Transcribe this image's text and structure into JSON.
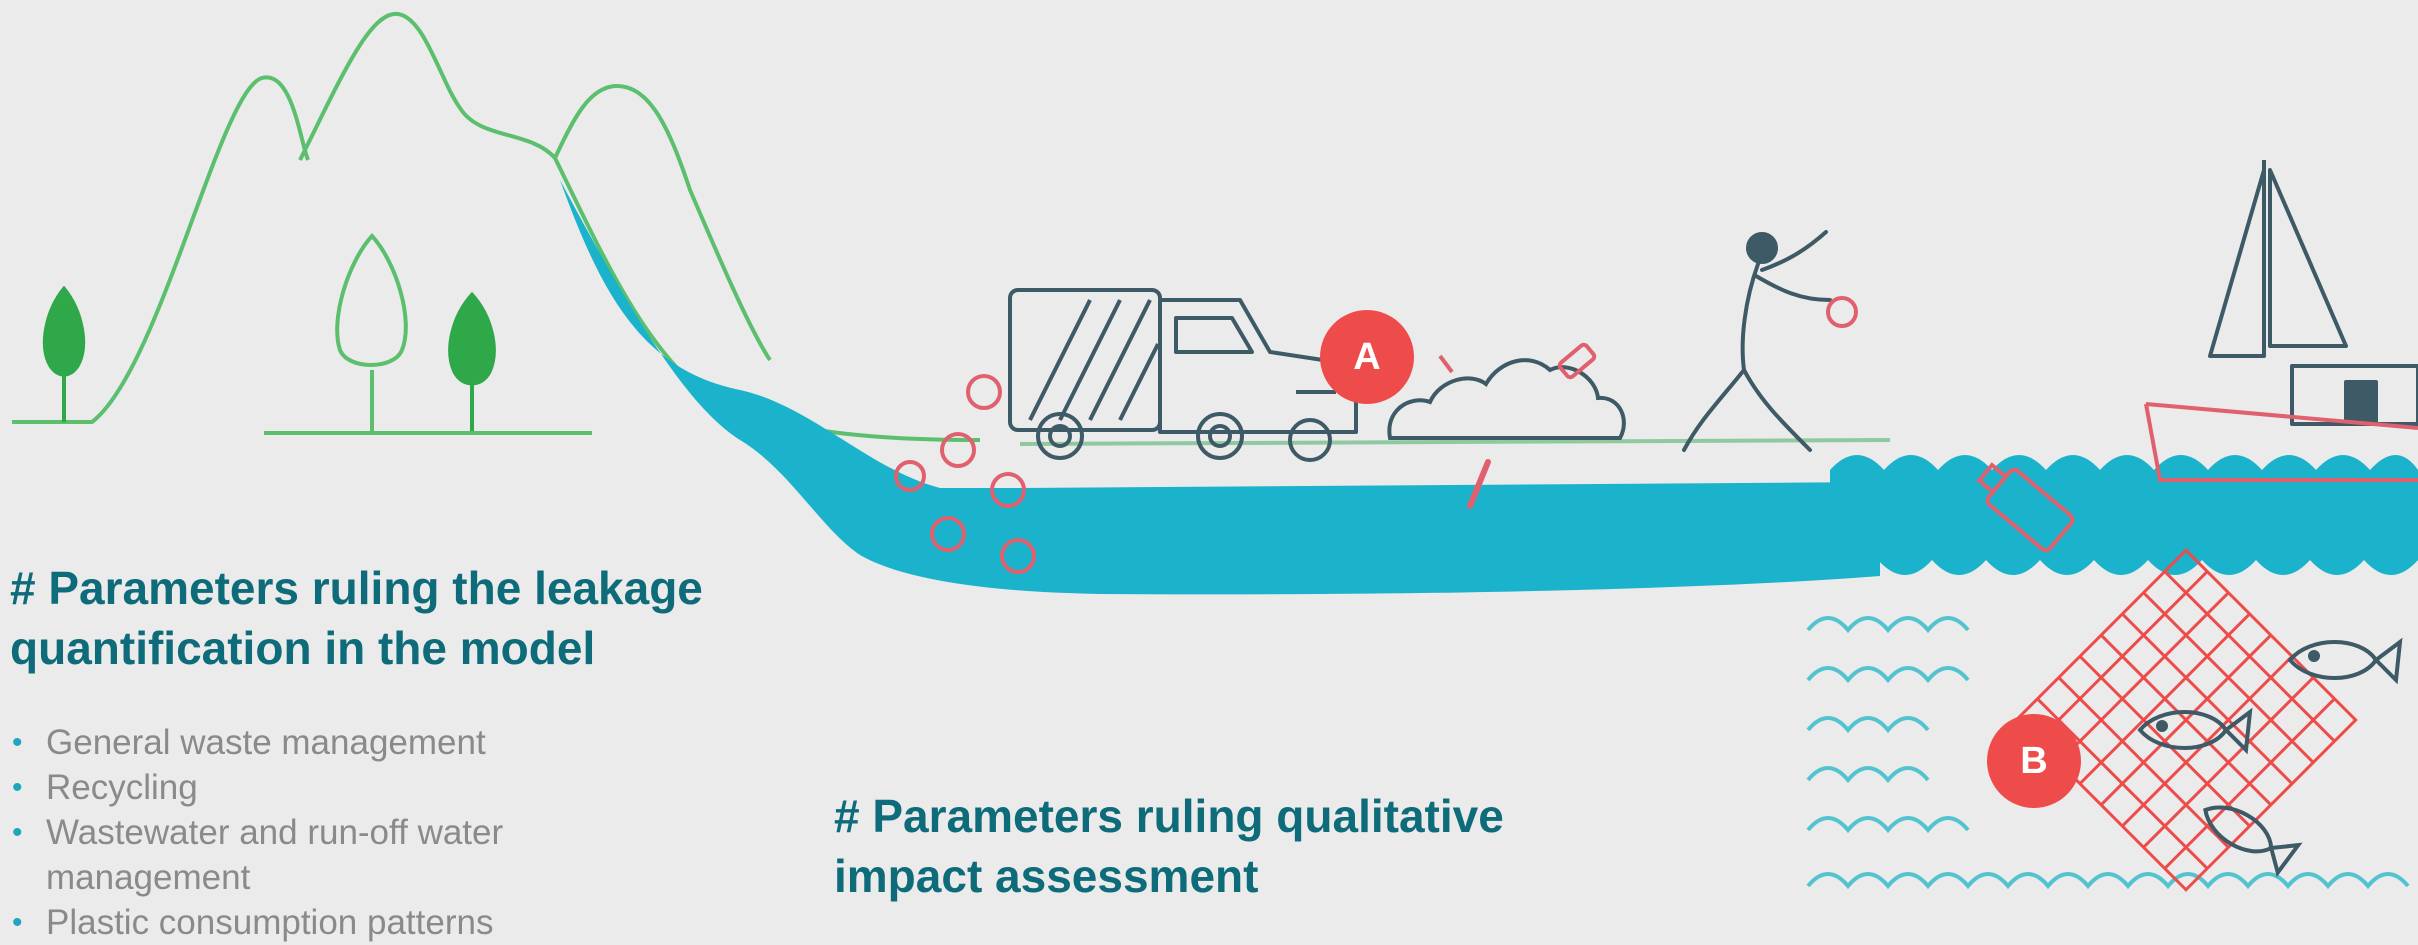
{
  "leakage_section": {
    "heading": "# Parameters ruling the leakage quantification in the model",
    "items": [
      "General waste management",
      "Recycling",
      "Wastewater and run-off water management",
      "Plastic consumption patterns"
    ]
  },
  "qualitative_section": {
    "heading": "# Parameters ruling qualitative impact assessment"
  },
  "markers": {
    "a": "A",
    "b": "B"
  },
  "colors": {
    "background": "#ebebeb",
    "heading_text": "#0e6b7a",
    "body_text": "#8a8a8a",
    "water": "#1bb3cc",
    "landscape_line": "#5bbf6e",
    "tree_fill": "#2fa84a",
    "outline": "#3d5a66",
    "plastic_debris": "#e0606e",
    "marker_fill": "#ee4b4b",
    "wave_line": "#52c3cf"
  }
}
